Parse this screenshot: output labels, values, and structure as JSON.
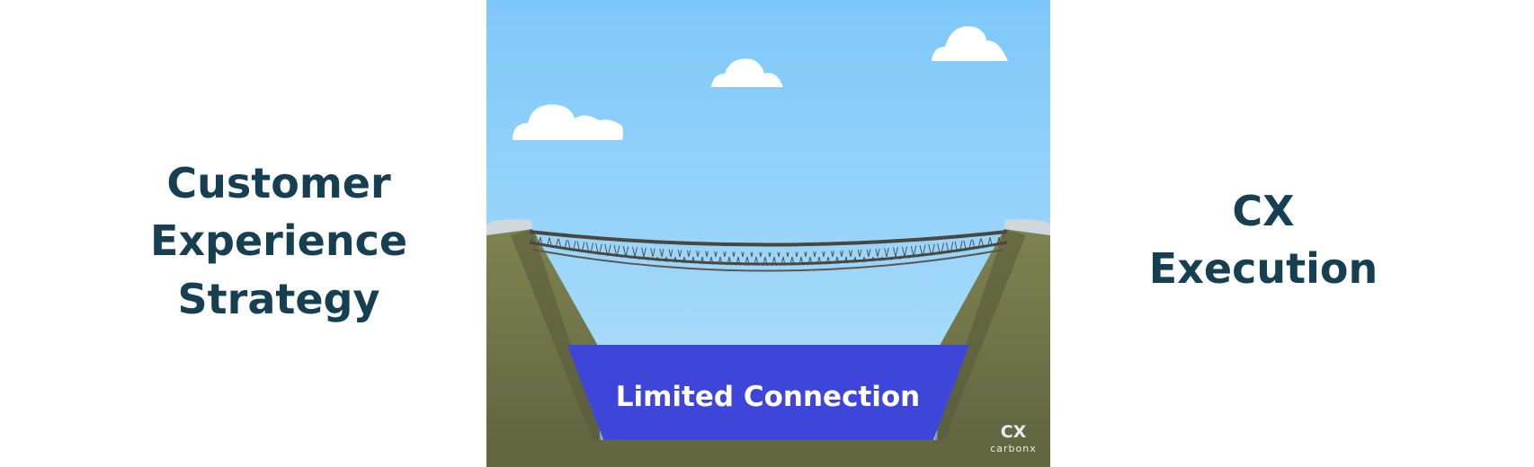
{
  "left_heading": {
    "lines": [
      "Customer",
      "Experience",
      "Strategy"
    ]
  },
  "right_heading": {
    "lines": [
      "CX",
      "Execution"
    ]
  },
  "scene": {
    "water_label": "Limited Connection",
    "logo_mark": "CX",
    "logo_text": "carbonx",
    "icons": [
      "cloud-icon",
      "rope-bridge",
      "cliff",
      "water"
    ],
    "colors": {
      "sky_top": "#7ec8f9",
      "sky_bottom": "#a8dcfb",
      "water": "#3d46d8",
      "ground": "#6f744a",
      "heading_text": "#173f52"
    }
  }
}
